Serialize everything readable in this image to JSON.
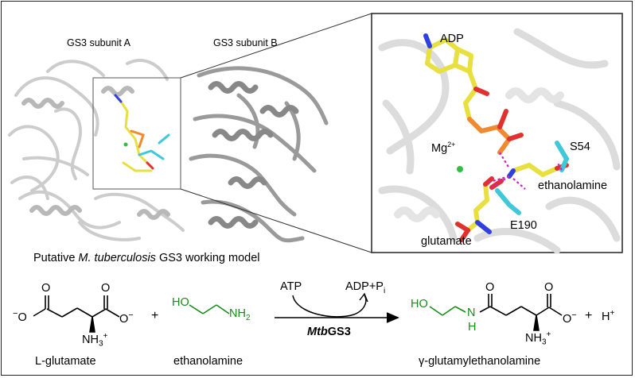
{
  "structure": {
    "subunit_a_label": "GS3 subunit A",
    "subunit_b_label": "GS3 subunit B",
    "caption_prefix": "Putative ",
    "caption_species": "M. tuberculosis",
    "caption_suffix": " GS3 working model"
  },
  "zoom": {
    "adp": "ADP",
    "mg": "Mg",
    "mg_charge": "2+",
    "s54": "S54",
    "ethanolamine": "ethanolamine",
    "e190": "E190",
    "glutamate": "glutamate"
  },
  "reaction": {
    "substrate1_name": "L-glutamate",
    "plus1": "+",
    "substrate2_name": "ethanolamine",
    "cofactor_in": "ATP",
    "cofactor_out_main": "ADP+P",
    "cofactor_out_sub": "i",
    "enzyme_prefix": "Mtb",
    "enzyme_suffix": "GS3",
    "product_name": "γ-glutamylethanolamine",
    "plus2": "+",
    "proton": "H",
    "proton_charge": "+",
    "atoms": {
      "o_minus": "O",
      "minus": "−",
      "o": "O",
      "nh3": "NH",
      "three": "3",
      "plus": "+",
      "ho": "HO",
      "nh2": "NH",
      "two": "2",
      "n": "N",
      "h": "H"
    }
  },
  "colors": {
    "green": "#1a8a1a",
    "carbon_yellow": "#e8e040",
    "phosphate_orange": "#f08a30",
    "oxygen_red": "#e03030",
    "nitrogen_blue": "#3040e0",
    "residue_cyan": "#40c8d8",
    "hbond_magenta": "#d020c0",
    "magnesium_green": "#30c040",
    "ribbon_gray": "#c8c8c8"
  }
}
